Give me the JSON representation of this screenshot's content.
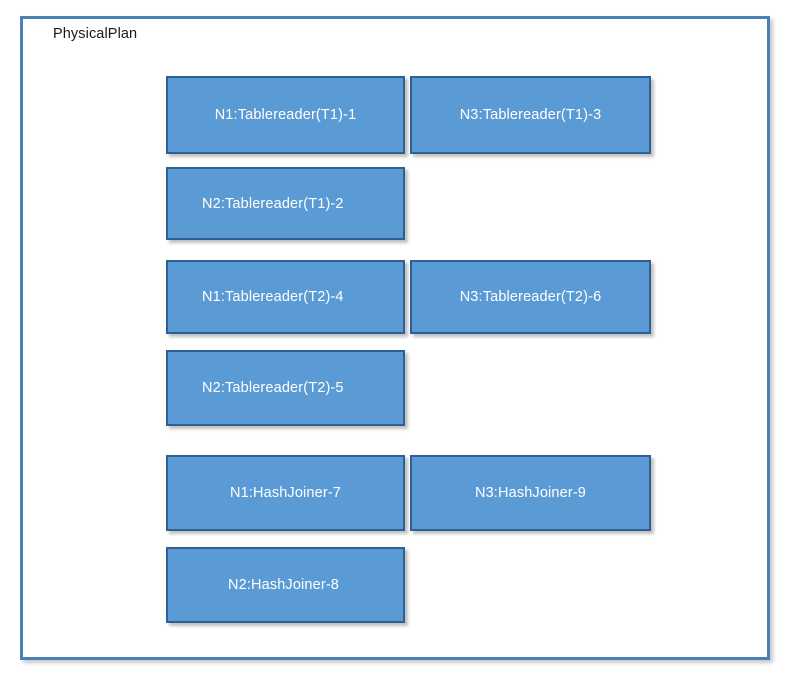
{
  "diagram": {
    "title": "PhysicalPlan",
    "colors": {
      "container_border": "#4A81B4",
      "node_fill": "#5B9BD5",
      "node_border": "#2E6094",
      "node_text": "#FFFFFF",
      "title_text": "#1A1A1A",
      "background": "#FFFFFF"
    },
    "nodes": [
      {
        "id": "n1-t1-1",
        "label": "N1:Tablereader(T1)-1",
        "node": "N1",
        "operator": "Tablereader(T1)",
        "index": 1,
        "column": "left",
        "row": 1
      },
      {
        "id": "n3-t1-3",
        "label": "N3:Tablereader(T1)-3",
        "node": "N3",
        "operator": "Tablereader(T1)",
        "index": 3,
        "column": "right",
        "row": 1
      },
      {
        "id": "n2-t1-2",
        "label": "N2:Tablereader(T1)-2",
        "node": "N2",
        "operator": "Tablereader(T1)",
        "index": 2,
        "column": "left",
        "row": 2
      },
      {
        "id": "n1-t2-4",
        "label": "N1:Tablereader(T2)-4",
        "node": "N1",
        "operator": "Tablereader(T2)",
        "index": 4,
        "column": "left",
        "row": 3
      },
      {
        "id": "n3-t2-6",
        "label": "N3:Tablereader(T2)-6",
        "node": "N3",
        "operator": "Tablereader(T2)",
        "index": 6,
        "column": "right",
        "row": 3
      },
      {
        "id": "n2-t2-5",
        "label": "N2:Tablereader(T2)-5",
        "node": "N2",
        "operator": "Tablereader(T2)",
        "index": 5,
        "column": "left",
        "row": 4
      },
      {
        "id": "n1-hj-7",
        "label": "N1:HashJoiner-7",
        "node": "N1",
        "operator": "HashJoiner",
        "index": 7,
        "column": "left",
        "row": 5
      },
      {
        "id": "n3-hj-9",
        "label": "N3:HashJoiner-9",
        "node": "N3",
        "operator": "HashJoiner",
        "index": 9,
        "column": "right",
        "row": 5
      },
      {
        "id": "n2-hj-8",
        "label": "N2:HashJoiner-8",
        "node": "N2",
        "operator": "HashJoiner",
        "index": 8,
        "column": "left",
        "row": 6
      }
    ]
  }
}
